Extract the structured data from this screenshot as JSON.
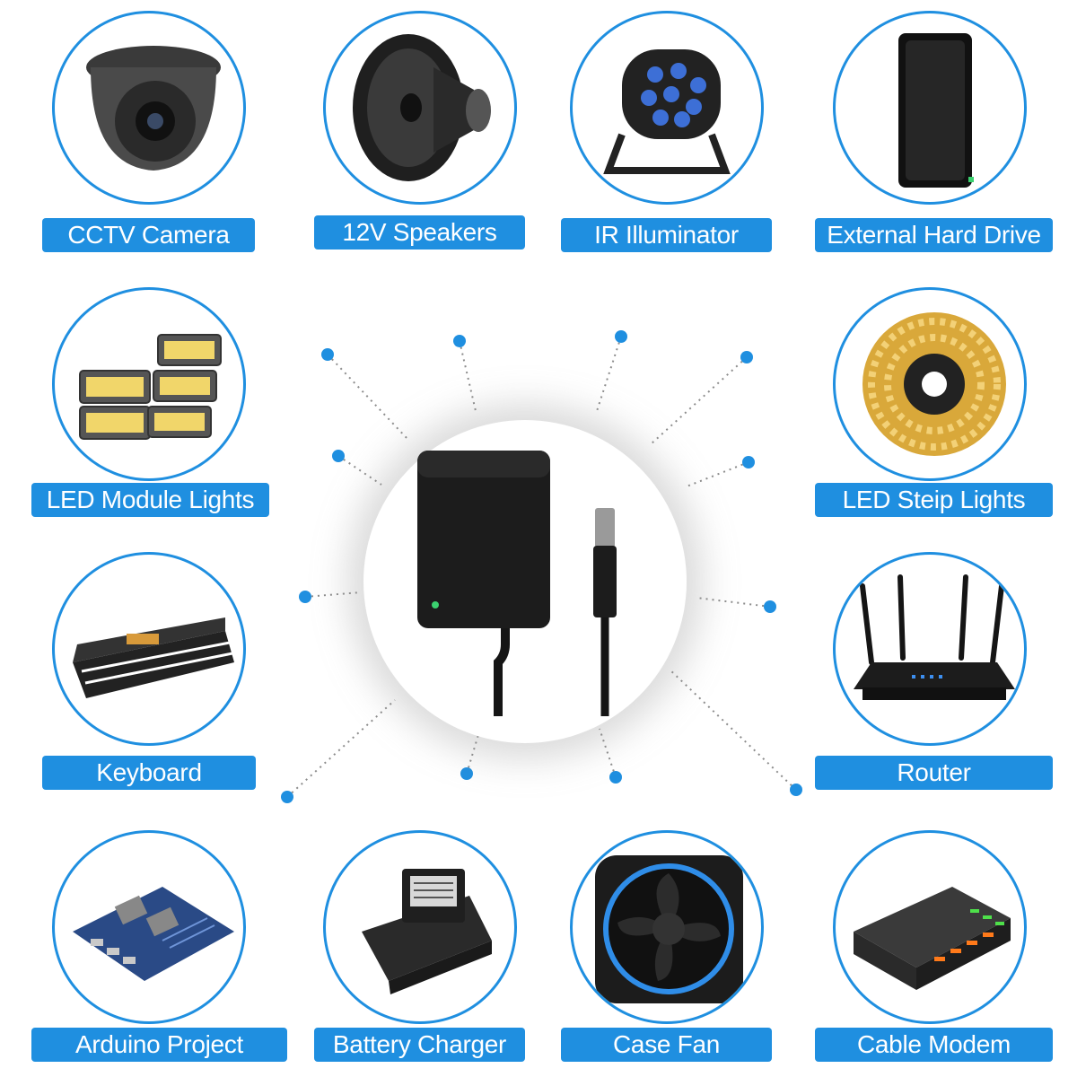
{
  "accent_color": "#1f8fe0",
  "center": {
    "icon": "power-adapter-icon"
  },
  "devices": [
    {
      "id": "cctv-camera",
      "label": "CCTV Camera",
      "icon": "cctv-camera-icon"
    },
    {
      "id": "12v-speakers",
      "label": "12V Speakers",
      "icon": "speaker-icon"
    },
    {
      "id": "ir-illuminator",
      "label": "IR Illuminator",
      "icon": "ir-illuminator-icon"
    },
    {
      "id": "external-hard-drive",
      "label": "External Hard Drive",
      "icon": "hard-drive-icon"
    },
    {
      "id": "led-module-lights",
      "label": "LED Module Lights",
      "icon": "led-module-icon"
    },
    {
      "id": "led-steip-lights",
      "label": "LED Steip Lights",
      "icon": "led-strip-reel-icon"
    },
    {
      "id": "keyboard",
      "label": "Keyboard",
      "icon": "music-keyboard-icon"
    },
    {
      "id": "router",
      "label": "Router",
      "icon": "router-icon"
    },
    {
      "id": "arduino-project",
      "label": "Arduino Project",
      "icon": "circuit-board-icon"
    },
    {
      "id": "battery-charger",
      "label": "Battery Charger",
      "icon": "battery-charger-icon"
    },
    {
      "id": "case-fan",
      "label": "Case Fan",
      "icon": "case-fan-icon"
    },
    {
      "id": "cable-modem",
      "label": "Cable Modem",
      "icon": "cable-modem-icon"
    }
  ]
}
